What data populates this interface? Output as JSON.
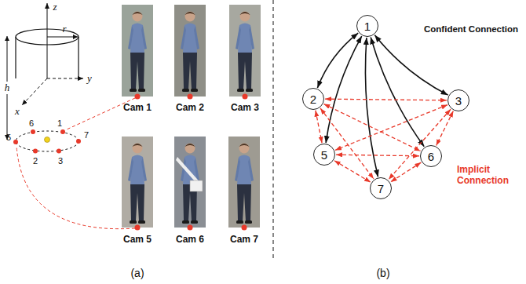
{
  "diagram": {
    "nodes": [
      {
        "text": [
          "1"
        ]
      },
      {
        "text": [
          "2"
        ]
      },
      {
        "text": [
          "3"
        ]
      },
      {
        "text": [
          "5"
        ]
      },
      {
        "text": [
          "6"
        ]
      },
      {
        "text": [
          "7"
        ]
      }
    ],
    "edges": [
      {
        "from": 0,
        "to": 1,
        "arrow": "both"
      },
      {
        "from": 0,
        "to": 2,
        "arrow": "both"
      },
      {
        "from": 0,
        "to": 3,
        "arrow": "both"
      },
      {
        "from": 0,
        "to": 4,
        "arrow": "both"
      },
      {
        "from": 0,
        "to": 5,
        "arrow": "both"
      },
      {
        "from": 1,
        "to": 2,
        "arrow": "both"
      },
      {
        "from": 1,
        "to": 3,
        "arrow": "both"
      },
      {
        "from": 1,
        "to": 4,
        "arrow": "both"
      },
      {
        "from": 1,
        "to": 5,
        "arrow": "both"
      },
      {
        "from": 2,
        "to": 3,
        "arrow": "both"
      },
      {
        "from": 2,
        "to": 4,
        "arrow": "both"
      },
      {
        "from": 2,
        "to": 5,
        "arrow": "both"
      },
      {
        "from": 3,
        "to": 4,
        "arrow": "both"
      },
      {
        "from": 3,
        "to": 5,
        "arrow": "both"
      },
      {
        "from": 4,
        "to": 5,
        "arrow": "both"
      }
    ],
    "labels": [
      "z",
      "y",
      "x",
      "h",
      "r",
      "6",
      "1",
      "7",
      "5",
      "2",
      "3",
      "Cam 1",
      "Cam 2",
      "Cam 3",
      "Cam 5",
      "Cam 6",
      "Cam 7",
      "(a)",
      "Confident Connection",
      "Implicit Connection",
      "(b)"
    ]
  }
}
